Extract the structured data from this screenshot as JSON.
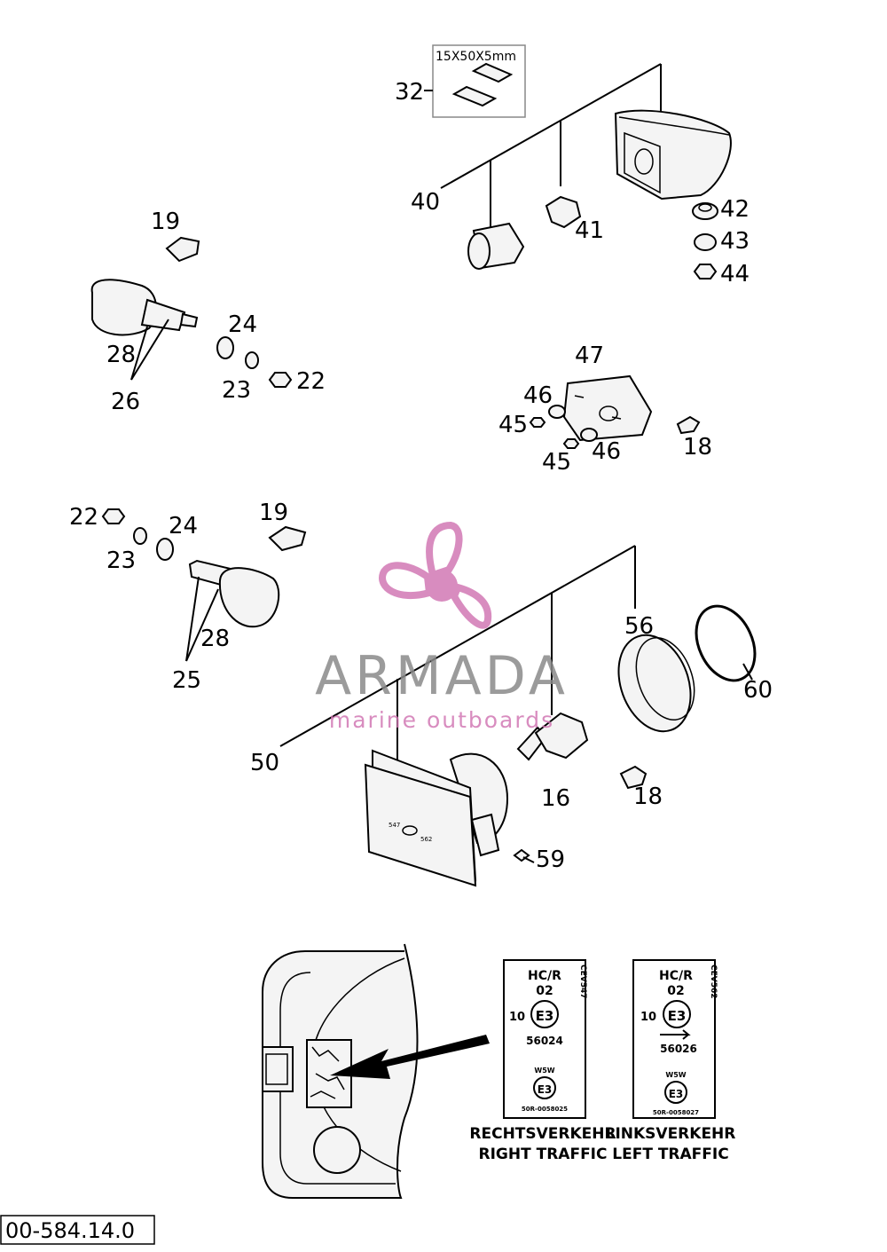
{
  "drawing_number": "00-584.14.0",
  "kit_size_label": "15X50X5mm",
  "callouts": {
    "c32": "32",
    "c40": "40",
    "c41": "41",
    "c42": "42",
    "c43": "43",
    "c44": "44",
    "c19a": "19",
    "c24a": "24",
    "c28a": "28",
    "c26": "26",
    "c23a": "23",
    "c22a": "22",
    "c47": "47",
    "c46a": "46",
    "c45a": "45",
    "c45b": "45",
    "c46b": "46",
    "c18a": "18",
    "c22b": "22",
    "c19b": "19",
    "c23b": "23",
    "c24b": "24",
    "c28b": "28",
    "c25": "25",
    "c56": "56",
    "c60": "60",
    "c50": "50",
    "c16": "16",
    "c18b": "18",
    "c59": "59"
  },
  "lens_marks": {
    "left": "547",
    "right": "562"
  },
  "certification": {
    "right_traffic": {
      "hcr": "HC/R",
      "num": "02",
      "ten": "10",
      "mark": "E3",
      "approval": "56024",
      "code": "CEV547",
      "w5w": "W5W",
      "mark2": "E3",
      "small": "50R-0058025",
      "caption_de": "RECHTSVERKEHR",
      "caption_en": "RIGHT TRAFFIC"
    },
    "left_traffic": {
      "hcr": "HC/R",
      "num": "02",
      "ten": "10",
      "mark": "E3",
      "approval": "56026",
      "code": "CEV562",
      "w5w": "W5W",
      "mark2": "E3",
      "small": "50R-0058027",
      "caption_de": "LINKSVERKEHR",
      "caption_en": "LEFT TRAFFIC"
    }
  },
  "watermark": {
    "title": "ARMADA",
    "subtitle": "marine outboards"
  },
  "colors": {
    "watermark_pink": "#d278b4",
    "watermark_grey": "#8a8a8a",
    "line": "#000000"
  }
}
